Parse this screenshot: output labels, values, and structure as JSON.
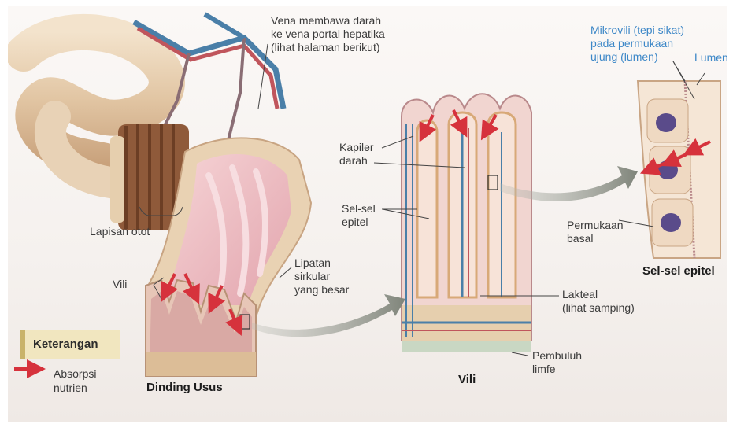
{
  "labels": {
    "vena": "Vena membawa darah\nke vena portal hepatika\n(lihat halaman berikut)",
    "mikrovili": "Mikrovili (tepi sikat)\npada permukaan\nujung (lumen)",
    "lumen": "Lumen",
    "kapiler": "Kapiler\ndarah",
    "sel_epitel": "Sel-sel\nepitel",
    "permukaan_basal": "Permukaan\nbasal",
    "lapisan_otot": "Lapisan otot",
    "lipatan": "Lipatan\nsirkular\nyang besar",
    "vili": "Vili",
    "lakteal": "Lakteal\n(lihat samping)",
    "pembuluh": "Pembuluh\nlimfe"
  },
  "captions": {
    "dinding_usus": "Dinding Usus",
    "vili": "Vili",
    "sel_sel_epitel": "Sel-sel epitel"
  },
  "legend": {
    "title": "Keterangan",
    "arrow_label": "Absorpsi\nnutrien"
  },
  "colors": {
    "absorption_arrow": "#d6323c",
    "vein": "#4a7fa8",
    "artery": "#c0555c",
    "mucosa": "#e8b5bc",
    "epithelium": "#d8a978",
    "pointer_arrow": "#8f9289",
    "legend_fill": "#f1e6bf",
    "lumen_text": "#3c87c7"
  }
}
